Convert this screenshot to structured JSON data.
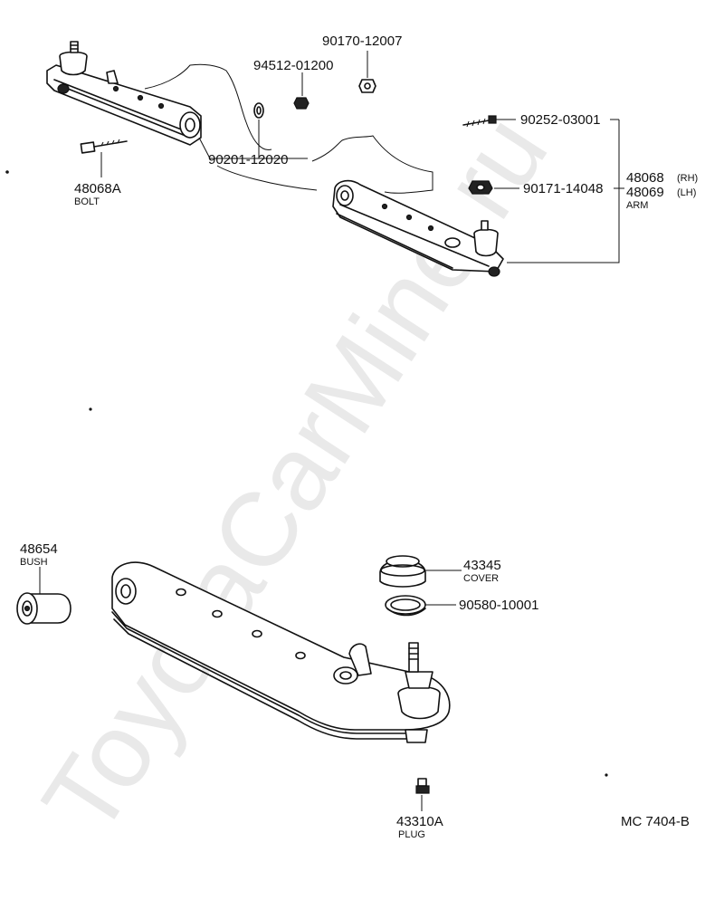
{
  "watermark": "ToyotaCarMine.ru",
  "diagram_code": "MC 7404-B",
  "parts": {
    "bolt_48068a": {
      "number": "48068A",
      "name": "BOLT"
    },
    "nut_94512": {
      "number": "94512-01200"
    },
    "nut_90170": {
      "number": "90170-12007"
    },
    "washer_90201": {
      "number": "90201-12020"
    },
    "fitting_90252": {
      "number": "90252-03001"
    },
    "nut_90171": {
      "number": "90171-14048"
    },
    "arm_rh": {
      "number": "48068",
      "side": "(RH)"
    },
    "arm_lh": {
      "number": "48069",
      "side": "(LH)"
    },
    "arm_name": "ARM",
    "bush_48654": {
      "number": "48654",
      "name": "BUSH"
    },
    "cover_43345": {
      "number": "43345",
      "name": "COVER"
    },
    "ring_90580": {
      "number": "90580-10001"
    },
    "plug_43310a": {
      "number": "43310A",
      "name": "PLUG"
    }
  }
}
